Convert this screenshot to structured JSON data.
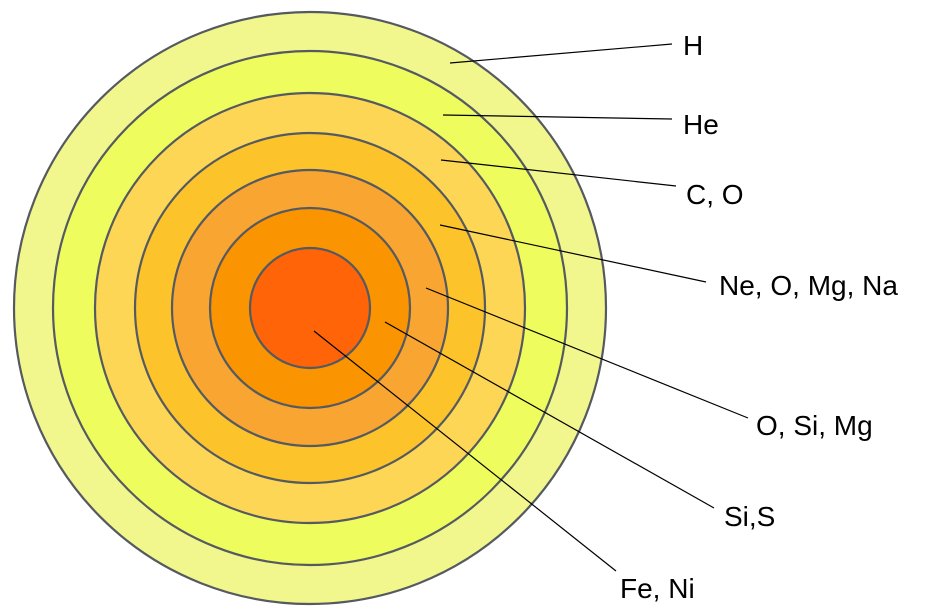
{
  "shells": [
    {
      "element": "H",
      "color": "#F1F78D"
    },
    {
      "element": "He",
      "color": "#EEFC5E"
    },
    {
      "element": "C, O",
      "color": "#FDD655"
    },
    {
      "element": "Ne, O, Mg, Na",
      "color": "#FCC32B"
    },
    {
      "element": "O, Si, Mg",
      "color": "#F8A531"
    },
    {
      "element": "Si,S",
      "color": "#FA9400"
    },
    {
      "element": "Fe, Ni",
      "color": "#FF6508"
    }
  ]
}
